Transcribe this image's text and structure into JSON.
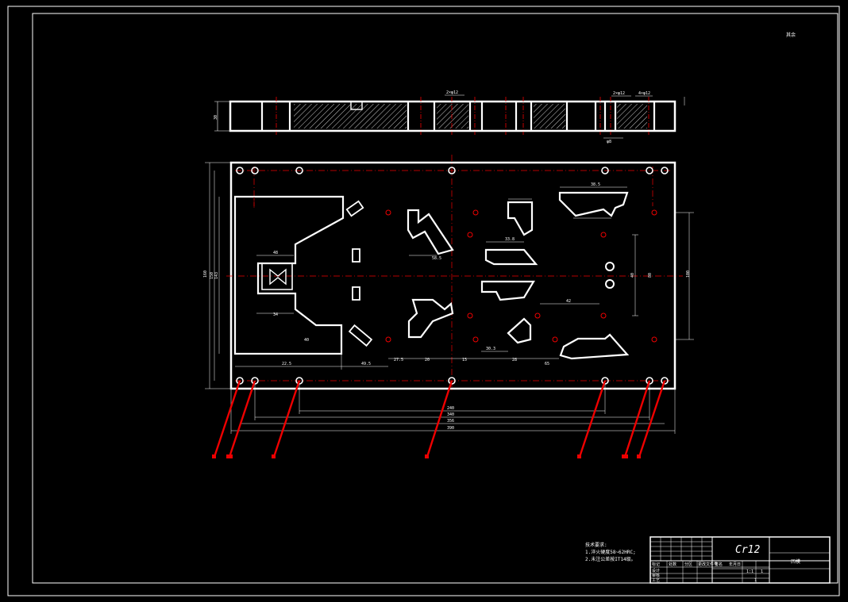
{
  "drawing": {
    "roughness_mark": "其余",
    "material": "Cr12",
    "part_name": "凹模",
    "section_dims": {
      "thickness": "30",
      "callout_a": "2×φ12",
      "callout_b": "2×φ12",
      "callout_c": "4×φ12",
      "callout_d": "φ8"
    },
    "plan_dims": {
      "overall_width": "390",
      "span_a": "356",
      "span_b": "340",
      "span_c": "240",
      "overall_height": "160",
      "height_a": "150",
      "height_b": "143",
      "height_c": "100",
      "height_d": "80",
      "left_x1": "22.5",
      "left_x2": "49.5",
      "left_x3": "27.5",
      "right_y": "40",
      "cut_a": "48",
      "cut_b": "34",
      "cut_c": "58.5",
      "cut_d": "33.8",
      "cut_e": "20",
      "cut_f": "40",
      "cut_g": "65",
      "cut_h": "42",
      "cut_i": "38.5",
      "cut_j": "30.3",
      "cut_k": "15",
      "cut_l": "28"
    },
    "notes": {
      "title": "技术要求:",
      "line1": "1.淬火硬度58~62HRC;",
      "line2": "2.未注公差按IT14级。"
    },
    "title_block": {
      "scale": "1:1",
      "sheet": "1",
      "sheets": "1",
      "row_labels": [
        "标记",
        "处数",
        "分区",
        "更改文件号",
        "签名",
        "年月日"
      ],
      "role_labels": [
        "设计",
        "审核",
        "工艺"
      ]
    }
  }
}
